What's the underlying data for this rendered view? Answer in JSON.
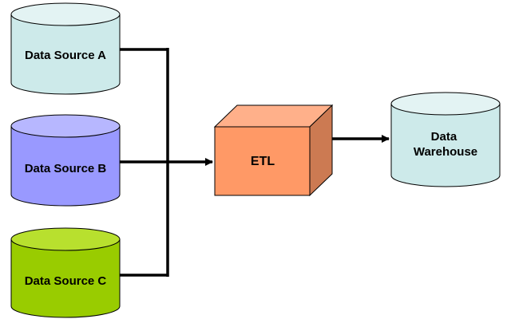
{
  "nodes": {
    "source_a": {
      "label": "Data Source A",
      "fill": "#cdeaea",
      "top_fill": "#e3f3f3"
    },
    "source_b": {
      "label": "Data Source B",
      "fill": "#9999ff",
      "top_fill": "#b7b7ff"
    },
    "source_c": {
      "label": "Data Source C",
      "fill": "#99cc00",
      "top_fill": "#b8e02e"
    },
    "etl": {
      "label": "ETL",
      "front_fill": "#ff9966",
      "top_fill": "#ffb08a",
      "side_fill": "#cc7a52"
    },
    "warehouse": {
      "label_line1": "Data",
      "label_line2": "Warehouse",
      "fill": "#cdeaea",
      "top_fill": "#e3f3f3"
    }
  },
  "edges": [
    {
      "from": "Data Source A",
      "to": "ETL"
    },
    {
      "from": "Data Source B",
      "to": "ETL"
    },
    {
      "from": "Data Source C",
      "to": "ETL"
    },
    {
      "from": "ETL",
      "to": "Data Warehouse"
    }
  ],
  "line_color": "#000000"
}
